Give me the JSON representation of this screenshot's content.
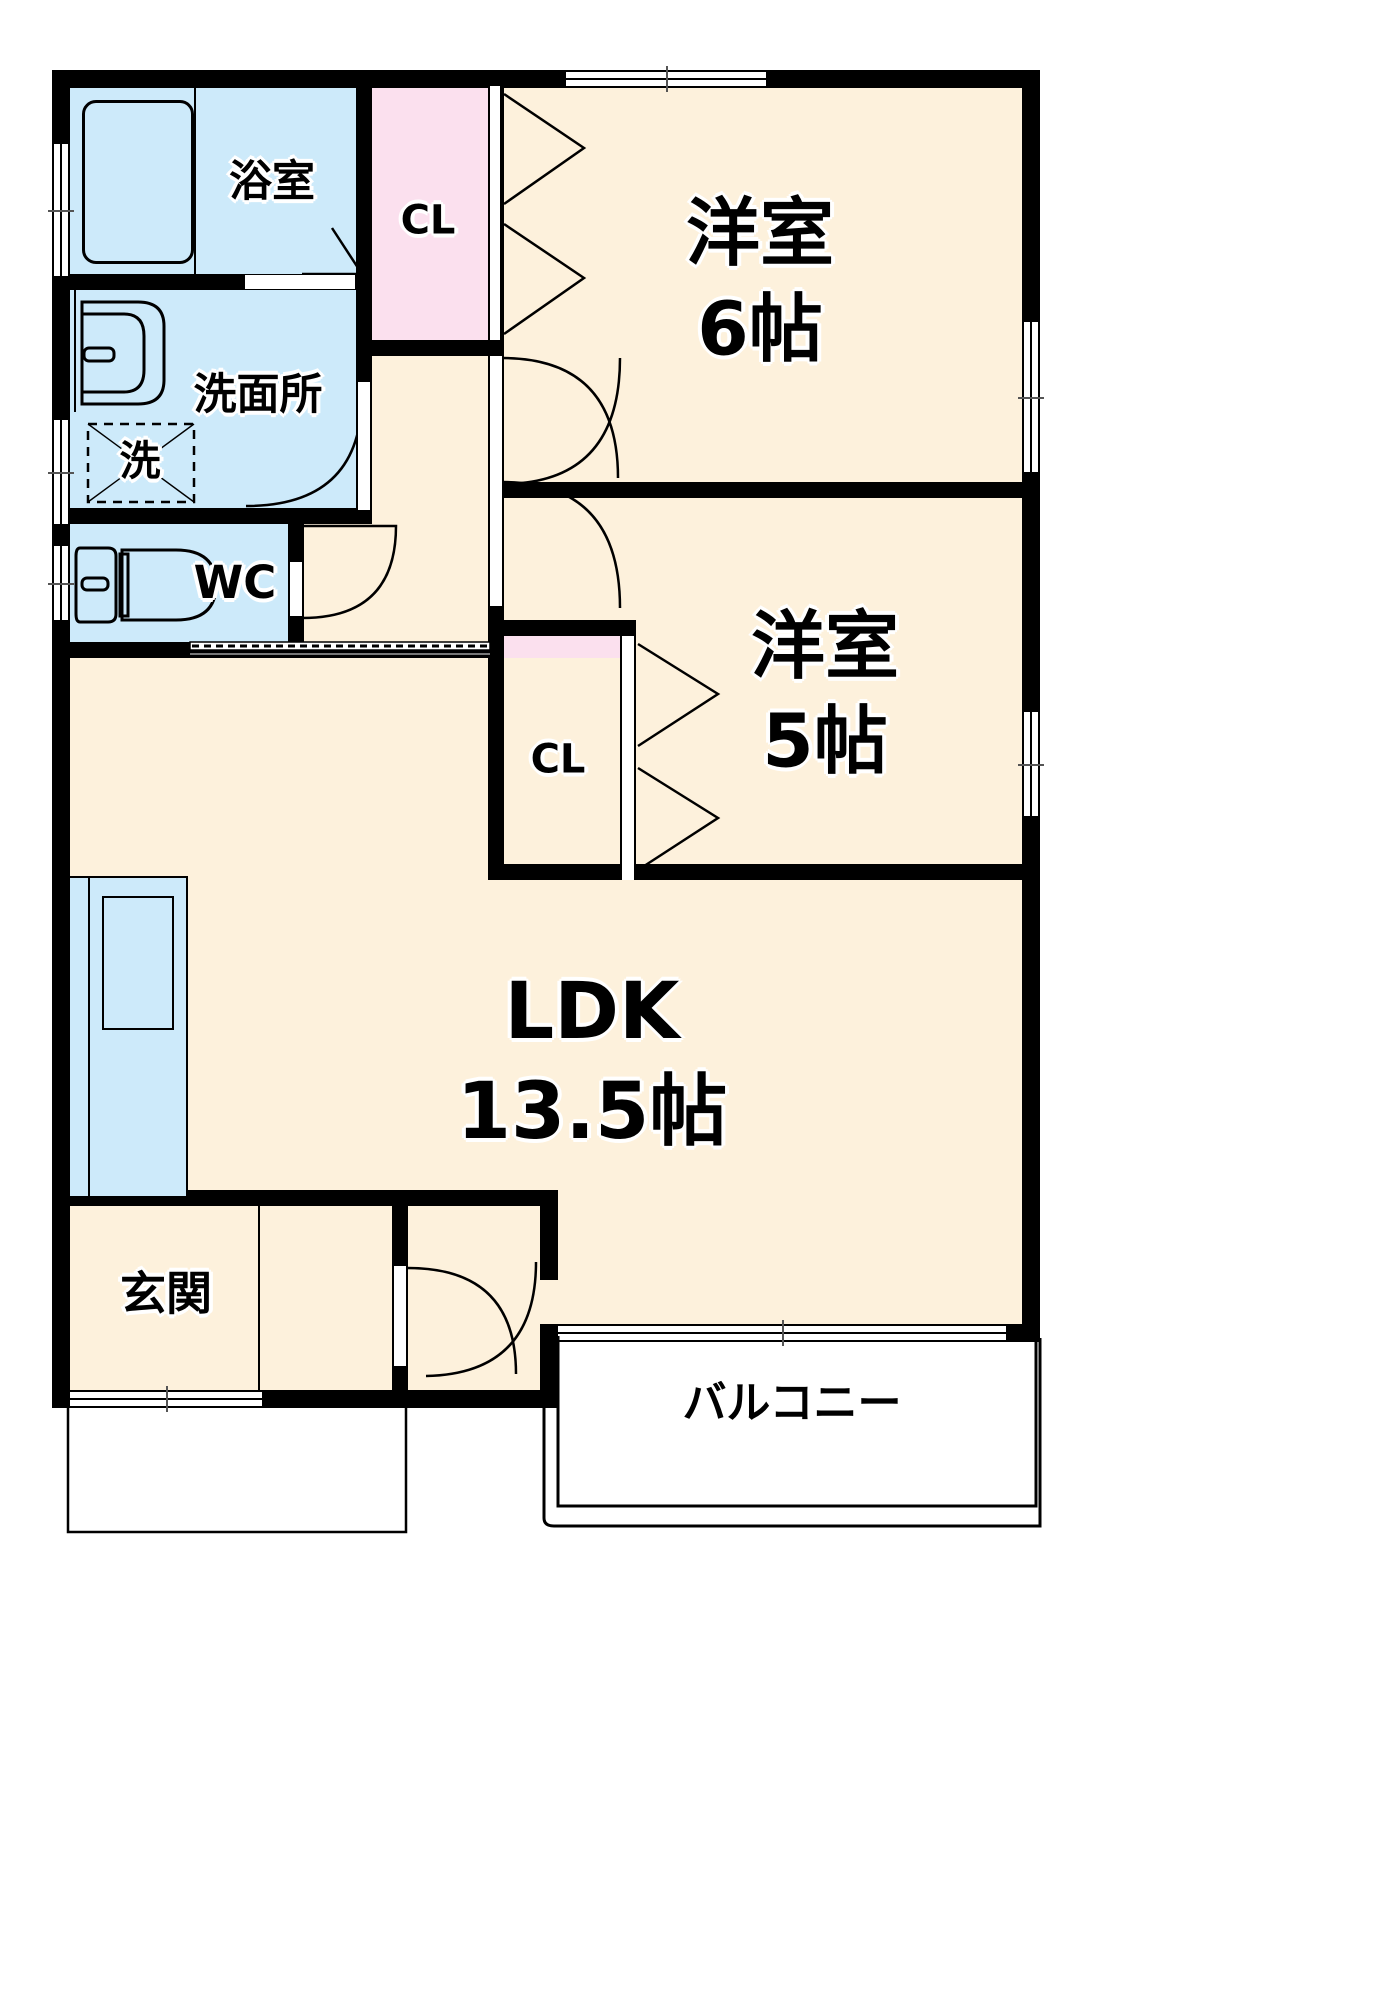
{
  "plan": {
    "type": "apartment-floor-plan",
    "layout_code": "2LDK",
    "orientation": "north-up"
  },
  "rooms": [
    {
      "key": "bath",
      "label": "浴室",
      "en": "bathroom",
      "fill": "#cdeafa"
    },
    {
      "key": "washroom",
      "label": "洗面所",
      "en": "washroom",
      "fill": "#cdeafa"
    },
    {
      "key": "laundry",
      "label": "洗",
      "en": "washer-space",
      "fill": "#cdeafa"
    },
    {
      "key": "wc",
      "label": "WC",
      "en": "toilet",
      "fill": "#cdeafa"
    },
    {
      "key": "closet1",
      "label": "CL",
      "en": "closet-upper",
      "fill": "#fbe0ee"
    },
    {
      "key": "closet2",
      "label": "CL",
      "en": "closet-lower",
      "fill": "#fbe0ee"
    },
    {
      "key": "room6",
      "label": "洋室",
      "size": "6帖",
      "en": "western-room-6",
      "fill": "#fdf1dc"
    },
    {
      "key": "room5",
      "label": "洋室",
      "size": "5帖",
      "en": "western-room-5",
      "fill": "#fdf1dc"
    },
    {
      "key": "ldk",
      "label": "LDK",
      "size": "13.5帖",
      "en": "living-dining-kitchen",
      "fill": "#fdf1dc"
    },
    {
      "key": "entrance",
      "label": "玄関",
      "en": "entrance",
      "fill": "#fdf1dc"
    },
    {
      "key": "balcony",
      "label": "バルコニー",
      "en": "balcony",
      "fill": "#ffffff"
    }
  ],
  "labels": {
    "bath": "浴室",
    "washroom": "洗面所",
    "laundry": "洗",
    "wc": "WC",
    "cl_top": "CL",
    "cl_bottom": "CL",
    "room6_name": "洋室",
    "room6_size": "6帖",
    "room5_name": "洋室",
    "room5_size": "5帖",
    "ldk_name": "LDK",
    "ldk_size": "13.5帖",
    "entrance": "玄関",
    "balcony": "バルコニー"
  },
  "colors": {
    "wall": "#000000",
    "room_fill": "#fdf1dc",
    "wet_fill": "#cdeafa",
    "closet_fill": "#fbe0ee",
    "balcony_fill": "#ffffff",
    "background": "#ffffff"
  },
  "fixtures": [
    {
      "name": "bathtub",
      "room": "bath"
    },
    {
      "name": "vanity-sink",
      "room": "washroom"
    },
    {
      "name": "washer-pan",
      "room": "laundry"
    },
    {
      "name": "toilet",
      "room": "wc"
    },
    {
      "name": "kitchen-counter",
      "room": "ldk"
    },
    {
      "name": "kitchen-sink",
      "room": "ldk"
    }
  ],
  "openings": [
    {
      "name": "window-bath-west",
      "kind": "window",
      "wall": "west"
    },
    {
      "name": "window-washroom-west",
      "kind": "window",
      "wall": "west"
    },
    {
      "name": "window-wc-west",
      "kind": "window",
      "wall": "west"
    },
    {
      "name": "window-room6-north",
      "kind": "window",
      "wall": "north"
    },
    {
      "name": "window-room6-east",
      "kind": "window",
      "wall": "east"
    },
    {
      "name": "window-room5-east",
      "kind": "window",
      "wall": "east"
    },
    {
      "name": "window-entrance-south",
      "kind": "window",
      "wall": "south"
    },
    {
      "name": "window-ldk-balcony",
      "kind": "sliding-window",
      "wall": "south"
    },
    {
      "name": "door-bath",
      "kind": "folding-door"
    },
    {
      "name": "door-washroom",
      "kind": "hinged-door"
    },
    {
      "name": "door-wc",
      "kind": "hinged-door"
    },
    {
      "name": "door-room6",
      "kind": "hinged-door"
    },
    {
      "name": "door-room5",
      "kind": "hinged-door"
    },
    {
      "name": "door-entrance",
      "kind": "hinged-door"
    },
    {
      "name": "door-hall-ldk",
      "kind": "sliding-door"
    },
    {
      "name": "closet-door-top",
      "kind": "folding-door"
    },
    {
      "name": "closet-door-bottom",
      "kind": "folding-door"
    }
  ]
}
